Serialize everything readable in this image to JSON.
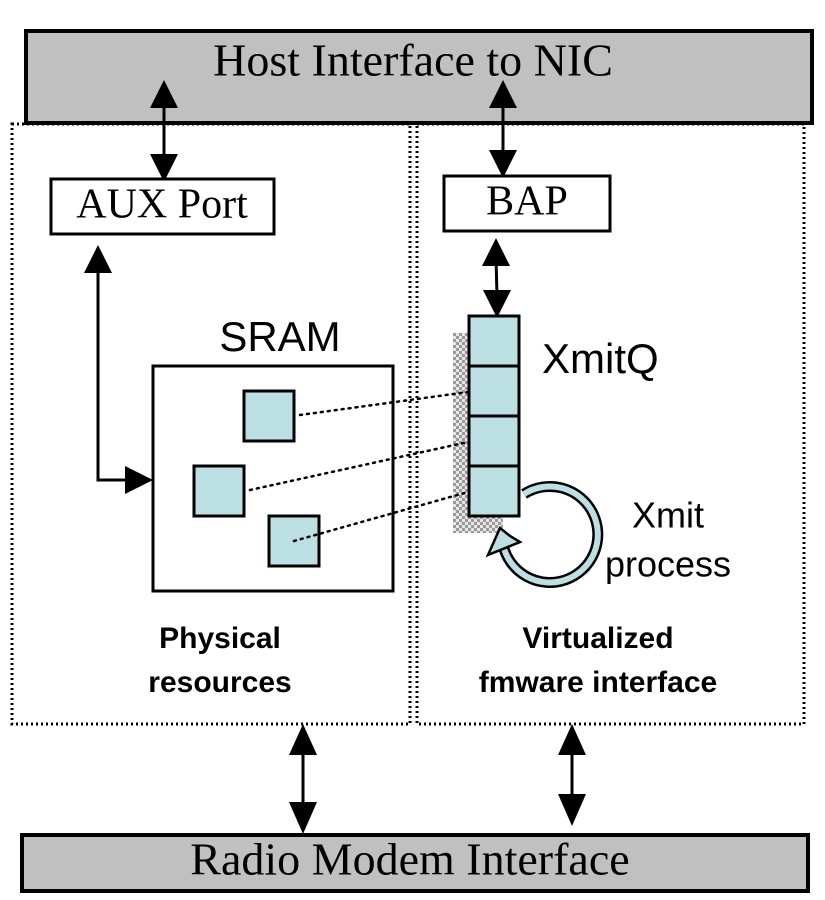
{
  "diagram": {
    "host_bar": {
      "label": "Host Interface to NIC"
    },
    "radio_bar": {
      "label": "Radio Modem Interface"
    },
    "aux_port": {
      "label": "AUX Port"
    },
    "bap": {
      "label": "BAP"
    },
    "sram": {
      "label": "SRAM",
      "buffer_count": 3
    },
    "xmitq": {
      "label": "XmitQ",
      "slot_count": 4
    },
    "xmit_process": {
      "line1": "Xmit",
      "line2": "process"
    },
    "left_panel": {
      "line1": "Physical",
      "line2": "resources"
    },
    "right_panel": {
      "line1": "Virtualized",
      "line2": "fmware interface"
    },
    "colors": {
      "bar_fill": "#c0c0c0",
      "buffer_fill": "#bcdfe3",
      "stroke": "#000000"
    }
  }
}
